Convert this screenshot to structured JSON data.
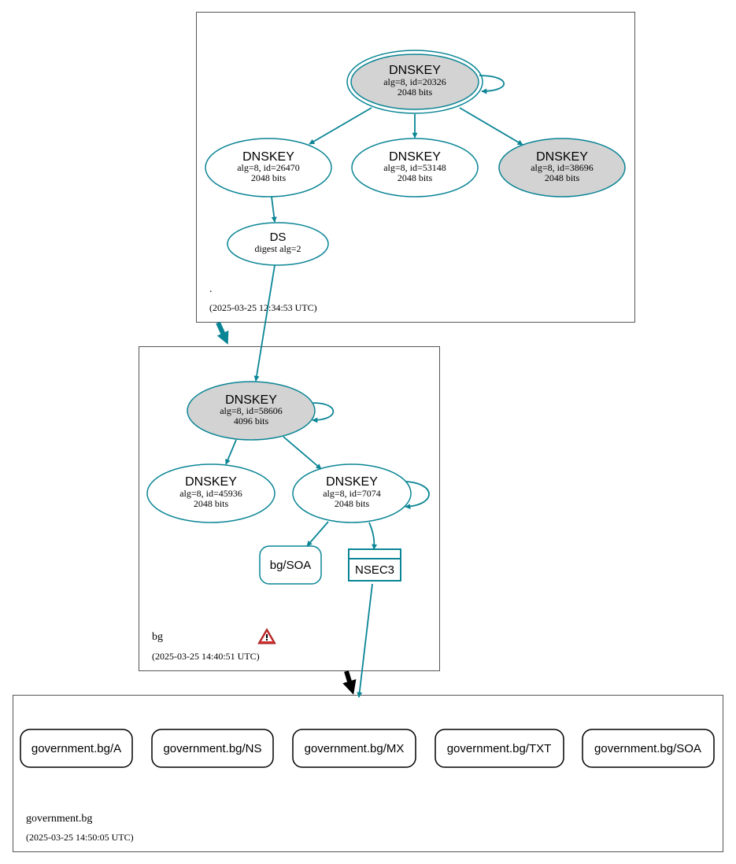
{
  "colors": {
    "secure": "#0a8595",
    "ksk_fill": "#d3d3d3",
    "delegation_insecure": "#000000",
    "warning": "#d03030"
  },
  "zones": {
    "root": {
      "name": ".",
      "timestamp": "(2025-03-25 12:34:53 UTC)",
      "nodes": {
        "ksk_20326": {
          "title": "DNSKEY",
          "line1": "alg=8, id=20326",
          "line2": "2048 bits"
        },
        "zsk_26470": {
          "title": "DNSKEY",
          "line1": "alg=8, id=26470",
          "line2": "2048 bits"
        },
        "zsk_53148": {
          "title": "DNSKEY",
          "line1": "alg=8, id=53148",
          "line2": "2048 bits"
        },
        "ksk_38696": {
          "title": "DNSKEY",
          "line1": "alg=8, id=38696",
          "line2": "2048 bits"
        },
        "ds_bg": {
          "title": "DS",
          "line1": "digest alg=2"
        }
      }
    },
    "bg": {
      "name": "bg",
      "timestamp": "(2025-03-25 14:40:51 UTC)",
      "warning_icon": "warning-icon",
      "nodes": {
        "ksk_58606": {
          "title": "DNSKEY",
          "line1": "alg=8, id=58606",
          "line2": "4096 bits"
        },
        "zsk_45936": {
          "title": "DNSKEY",
          "line1": "alg=8, id=45936",
          "line2": "2048 bits"
        },
        "zsk_7074": {
          "title": "DNSKEY",
          "line1": "alg=8, id=7074",
          "line2": "2048 bits"
        },
        "soa": {
          "label": "bg/SOA"
        },
        "nsec3": {
          "label": "NSEC3"
        }
      }
    },
    "government": {
      "name": "government.bg",
      "timestamp": "(2025-03-25 14:50:05 UTC)",
      "records": [
        {
          "label": "government.bg/A"
        },
        {
          "label": "government.bg/NS"
        },
        {
          "label": "government.bg/MX"
        },
        {
          "label": "government.bg/TXT"
        },
        {
          "label": "government.bg/SOA"
        }
      ]
    }
  }
}
